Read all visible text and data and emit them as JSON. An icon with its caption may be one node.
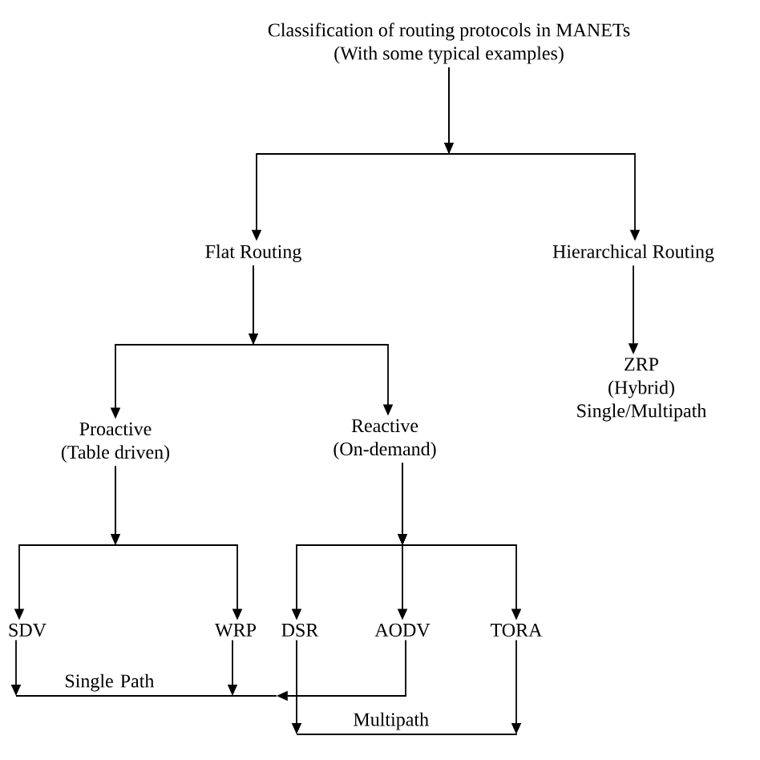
{
  "diagram": {
    "nodes": [
      {
        "text": [
          "Classification of routing protocols in MANETs",
          "(With some typical examples)"
        ]
      },
      {
        "text": [
          "Flat Routing"
        ]
      },
      {
        "text": [
          "Hierarchical Routing"
        ]
      },
      {
        "text": [
          "ZRP",
          "(Hybrid)",
          "Single/Multipath"
        ]
      },
      {
        "text": [
          "Proactive",
          "(Table driven)"
        ]
      },
      {
        "text": [
          "Reactive",
          "(On-demand)"
        ]
      },
      {
        "text": [
          "SDV"
        ]
      },
      {
        "text": [
          "WRP"
        ]
      },
      {
        "text": [
          "DSR"
        ]
      },
      {
        "text": [
          "AODV"
        ]
      },
      {
        "text": [
          "TORA"
        ]
      },
      {
        "text": [
          "Single Path"
        ]
      },
      {
        "text": [
          "Multipath"
        ]
      }
    ],
    "edges": [
      {
        "from": 0,
        "to": 1,
        "arrow": "to"
      },
      {
        "from": 0,
        "to": 2,
        "arrow": "to"
      },
      {
        "from": 1,
        "to": 4,
        "arrow": "to"
      },
      {
        "from": 1,
        "to": 5,
        "arrow": "to"
      },
      {
        "from": 2,
        "to": 3,
        "arrow": "to"
      },
      {
        "from": 4,
        "to": 6,
        "arrow": "to"
      },
      {
        "from": 4,
        "to": 7,
        "arrow": "to"
      },
      {
        "from": 5,
        "to": 8,
        "arrow": "to"
      },
      {
        "from": 5,
        "to": 9,
        "arrow": "to"
      },
      {
        "from": 5,
        "to": 10,
        "arrow": "to"
      },
      {
        "from": 6,
        "to": 11,
        "arrow": "to"
      },
      {
        "from": 7,
        "to": 11,
        "arrow": "to"
      },
      {
        "from": 9,
        "to": 11,
        "arrow": "to"
      },
      {
        "from": 8,
        "to": 12,
        "arrow": "to"
      },
      {
        "from": 10,
        "to": 12,
        "arrow": "to"
      }
    ]
  }
}
